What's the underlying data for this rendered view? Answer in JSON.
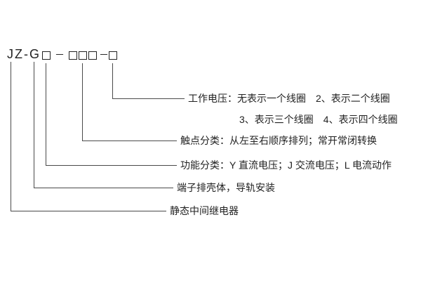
{
  "code": {
    "prefix": "JZ-G",
    "dash1": "－",
    "dash2": "－"
  },
  "labels": {
    "working_voltage": {
      "line1": "工作电压：无表示一个线圈　2、表示二个线圈",
      "line2": "3、表示三个线圈　4、表示四个线圈"
    },
    "contact": "触点分类：从左至右顺序排列；常开常闭转换",
    "function": "功能分类：Y 直流电压；J 交流电压；L 电流动作",
    "housing": "端子排壳体，导轨安装",
    "relay": "静态中间继电器"
  },
  "colors": {
    "line": "#4a4a4a",
    "text": "#222222",
    "background": "#ffffff"
  }
}
